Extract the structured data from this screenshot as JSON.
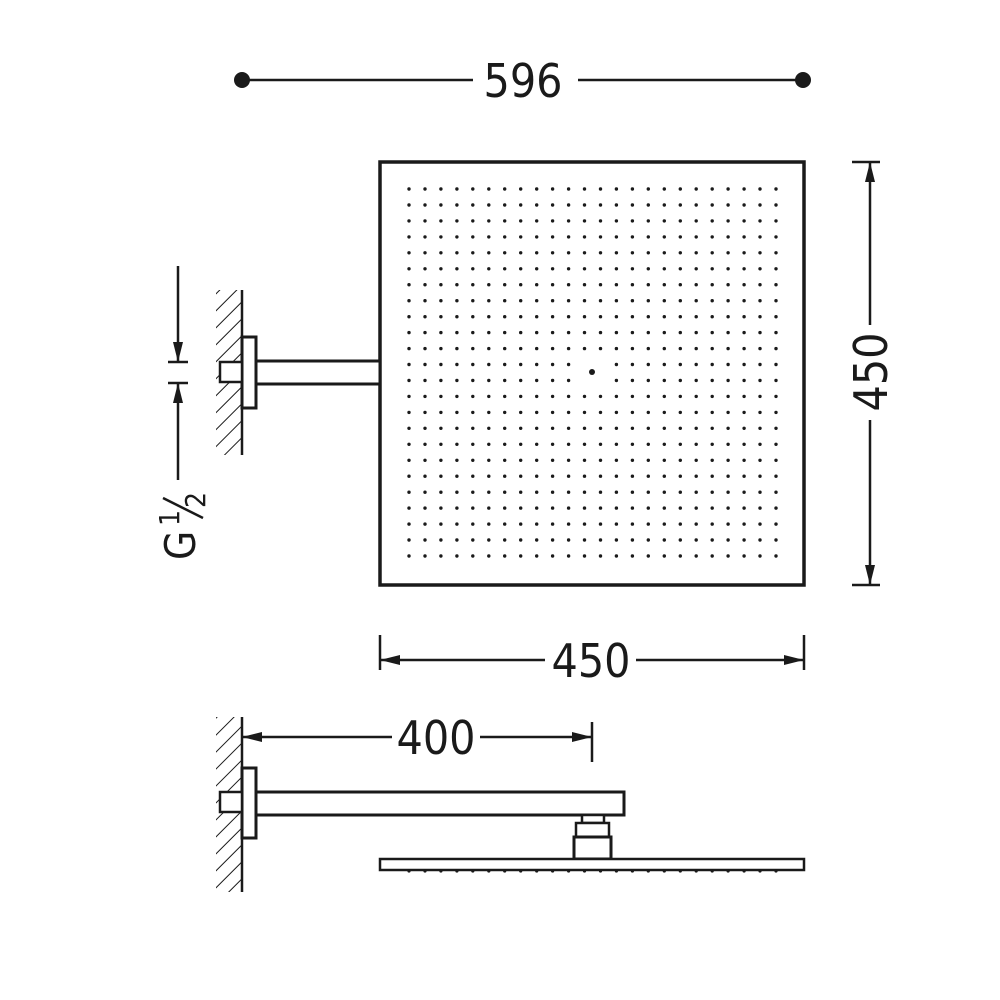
{
  "dimensions": {
    "overall_width": "596",
    "head_height": "450",
    "head_width": "450",
    "arm_projection": "400",
    "thread_prefix": "G",
    "thread_numerator": "1",
    "thread_denominator": "2"
  },
  "colors": {
    "ink": "#1a1a1a",
    "background": "#ffffff"
  },
  "nozzle_grid": {
    "rows": 24,
    "cols": 24
  }
}
